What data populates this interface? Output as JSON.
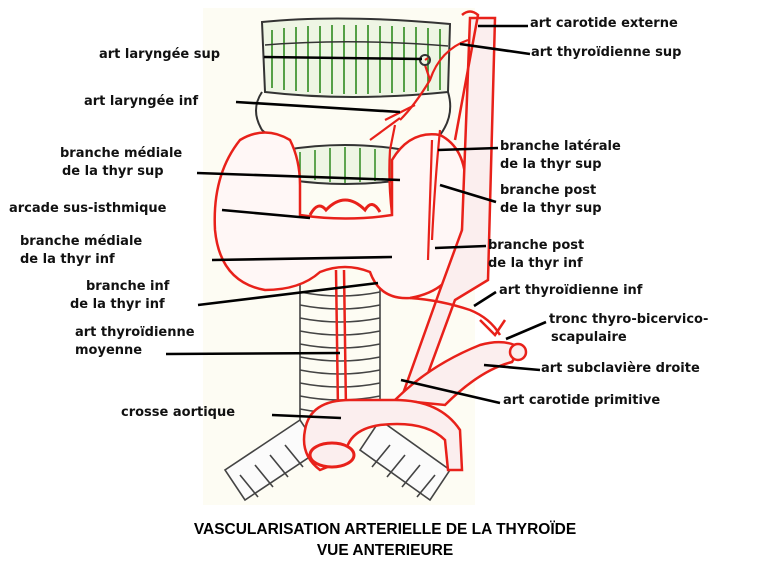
{
  "colors": {
    "artery": "#e8211a",
    "artery_fill": "#f7e1df",
    "vessel_light": "#fbeeee",
    "cartilage": "#2e8a1e",
    "background_paper": "#fdfcf3",
    "leader": "#000000"
  },
  "labels": {
    "carotide_externe": "art carotide externe",
    "thyroidienne_sup": "art thyroïdienne sup",
    "laryngee_sup": "art laryngée sup",
    "laryngee_inf": "art laryngée inf",
    "branche_medial_sup_1": "branche médiale",
    "branche_medial_sup_2": "de la thyr sup",
    "branche_laterale_1": "branche latérale",
    "branche_laterale_2": "de la thyr sup",
    "branche_post_sup_1": "branche post",
    "branche_post_sup_2": "de la thyr sup",
    "arcade": "arcade sus-isthmique",
    "branche_medial_inf_1": "branche médiale",
    "branche_medial_inf_2": "de la thyr inf",
    "branche_post_inf_1": "branche post",
    "branche_post_inf_2": "de la thyr inf",
    "thyroidienne_inf": "art thyroïdienne inf",
    "branche_inf_1": "branche inf",
    "branche_inf_2": "de la thyr inf",
    "tronc_1": "tronc thyro-bicervico-",
    "tronc_2": "scapulaire",
    "thyroidienne_moyenne_1": "art thyroïdienne",
    "thyroidienne_moyenne_2": "moyenne",
    "subclaviere": "art subclavière droite",
    "crosse": "crosse aortique",
    "carotide_primitive": "art carotide primitive"
  },
  "title": {
    "line1": "VASCULARISATION ARTERIELLE DE LA THYROÏDE",
    "line2": "VUE ANTERIEURE"
  }
}
